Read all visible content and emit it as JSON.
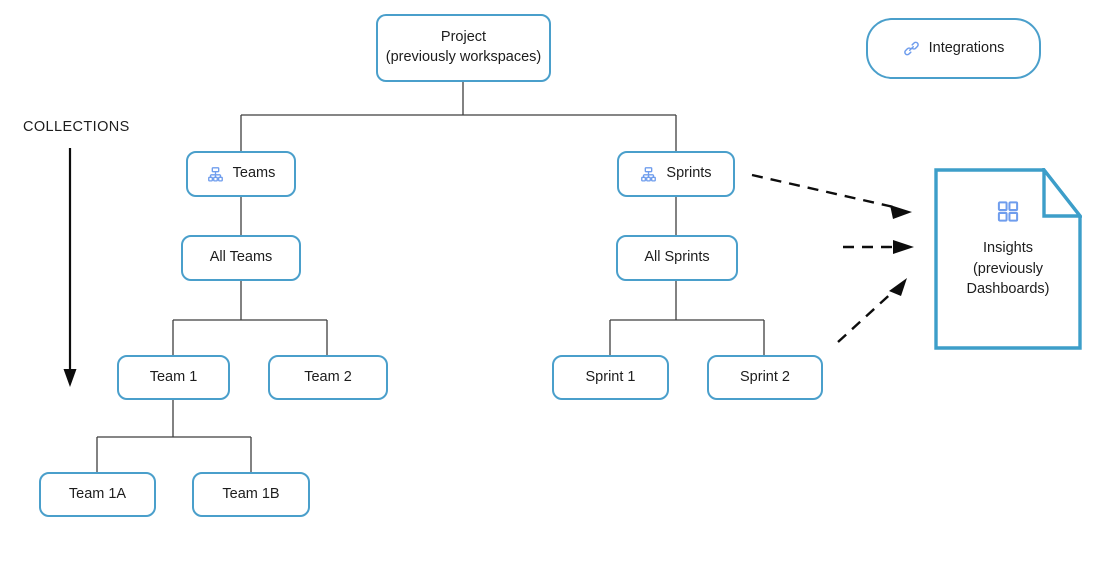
{
  "diagram": {
    "title_label": "COLLECTIONS",
    "colors": {
      "node_border": "#4a9fcb",
      "document_border": "#3d9ec9",
      "connector": "#3f3f3f",
      "arrow": "#000000",
      "icon_blue": "#6f9ded",
      "text": "#1d1d1d"
    },
    "nodes": {
      "project": {
        "label": "Project\n(previously workspaces)"
      },
      "integrations": {
        "label": "Integrations",
        "icon": "link-icon"
      },
      "teams": {
        "label": "Teams",
        "icon": "hierarchy-icon"
      },
      "sprints": {
        "label": "Sprints",
        "icon": "hierarchy-icon"
      },
      "all_teams": {
        "label": "All Teams"
      },
      "all_sprints": {
        "label": "All Sprints"
      },
      "team_1": {
        "label": "Team 1"
      },
      "team_2": {
        "label": "Team 2"
      },
      "sprint_1": {
        "label": "Sprint 1"
      },
      "sprint_2": {
        "label": "Sprint 2"
      },
      "team_1a": {
        "label": "Team 1A"
      },
      "team_1b": {
        "label": "Team 1B"
      },
      "insights": {
        "label": "Insights\n(previously\nDashboards)",
        "icon": "grid-dashboard-icon"
      }
    }
  }
}
